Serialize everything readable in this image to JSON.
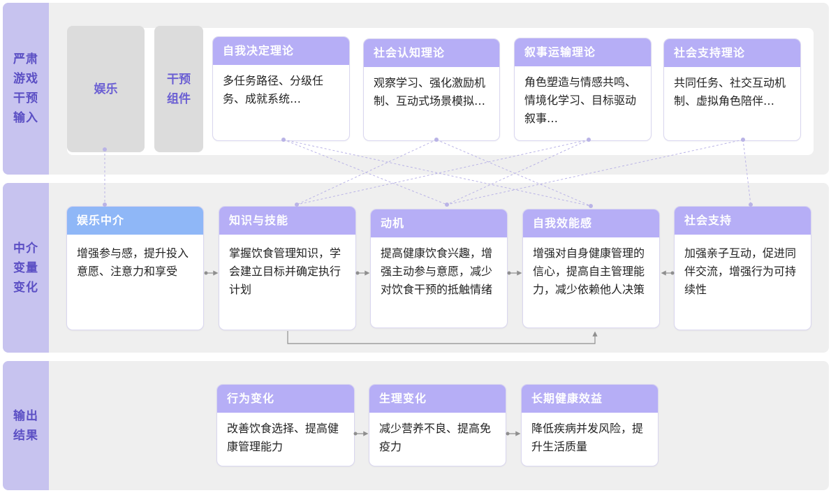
{
  "bands": [
    {
      "label": "严肃\n游戏\n干预\n输入"
    },
    {
      "label": "中介\n变量\n变化"
    },
    {
      "label": "输出\n结果"
    }
  ],
  "input": {
    "entertainment": "娱乐",
    "components": "干预\n组件",
    "theories": [
      {
        "title": "自我决定理论",
        "text": "多任务路径、分级任务、成就系统…"
      },
      {
        "title": "社会认知理论",
        "text": "观察学习、强化激励机制、互动式场景模拟…"
      },
      {
        "title": "叙事运输理论",
        "text": "角色塑造与情感共鸣、情境化学习、目标驱动叙事…"
      },
      {
        "title": "社会支持理论",
        "text": "共同任务、社交互动机制、虚拟角色陪伴…"
      }
    ]
  },
  "mediators": [
    {
      "title": "娱乐中介",
      "text": "增强参与感，提升投入意愿、注意力和享受"
    },
    {
      "title": "知识与技能",
      "text": "掌握饮食管理知识，学会建立目标并确定执行计划"
    },
    {
      "title": "动机",
      "text": "提高健康饮食兴趣，增强主动参与意愿，减少对饮食干预的抵触情绪"
    },
    {
      "title": "自我效能感",
      "text": "增强对自身健康管理的信心，提高自主管理能力，减少依赖他人决策"
    },
    {
      "title": "社会支持",
      "text": "加强亲子互动，促进同伴交流，增强行为可持续性"
    }
  ],
  "outputs": [
    {
      "title": "行为变化",
      "text": "改善饮食选择、提高健康管理能力"
    },
    {
      "title": "生理变化",
      "text": "减少营养不良、提高免疫力"
    },
    {
      "title": "长期健康效益",
      "text": "降低疾病并发风险，提升生活质量"
    }
  ],
  "colors": {
    "accent": "#b6aef6",
    "accent_blue": "#8fb7f7",
    "band_label": "#c7c3ef",
    "band_text": "#5b4fc4",
    "connector": "#8f8f8f"
  }
}
